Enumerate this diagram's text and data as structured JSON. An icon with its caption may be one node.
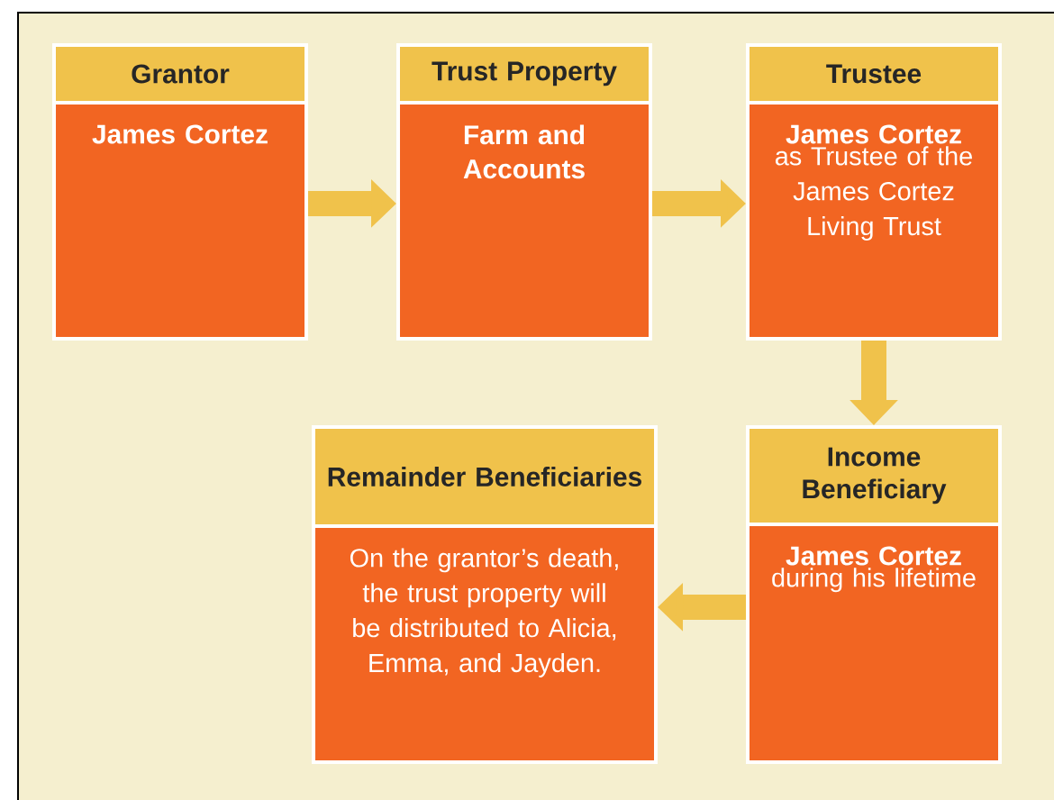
{
  "diagram": {
    "nodes": [
      {
        "text": [
          "Grantor",
          "James Cortez"
        ]
      },
      {
        "text": [
          "Trust Property",
          "Farm and Accounts"
        ]
      },
      {
        "text": [
          "Trustee",
          "James Cortez",
          "as Trustee of the James Cortez Living Trust"
        ]
      },
      {
        "text": [
          "Remainder Beneficiaries",
          "On the grantor’s death, the trust property will be distributed to Alicia, Emma, and Jayden."
        ]
      },
      {
        "text": [
          "Income Beneficiary",
          "James Cortez",
          "during his lifetime"
        ]
      }
    ],
    "edges": [
      {
        "from": 0,
        "to": 1,
        "arrow": "to"
      },
      {
        "from": 1,
        "to": 2,
        "arrow": "to"
      },
      {
        "from": 2,
        "to": 4,
        "arrow": "to"
      },
      {
        "from": 4,
        "to": 3,
        "arrow": "to"
      }
    ]
  }
}
